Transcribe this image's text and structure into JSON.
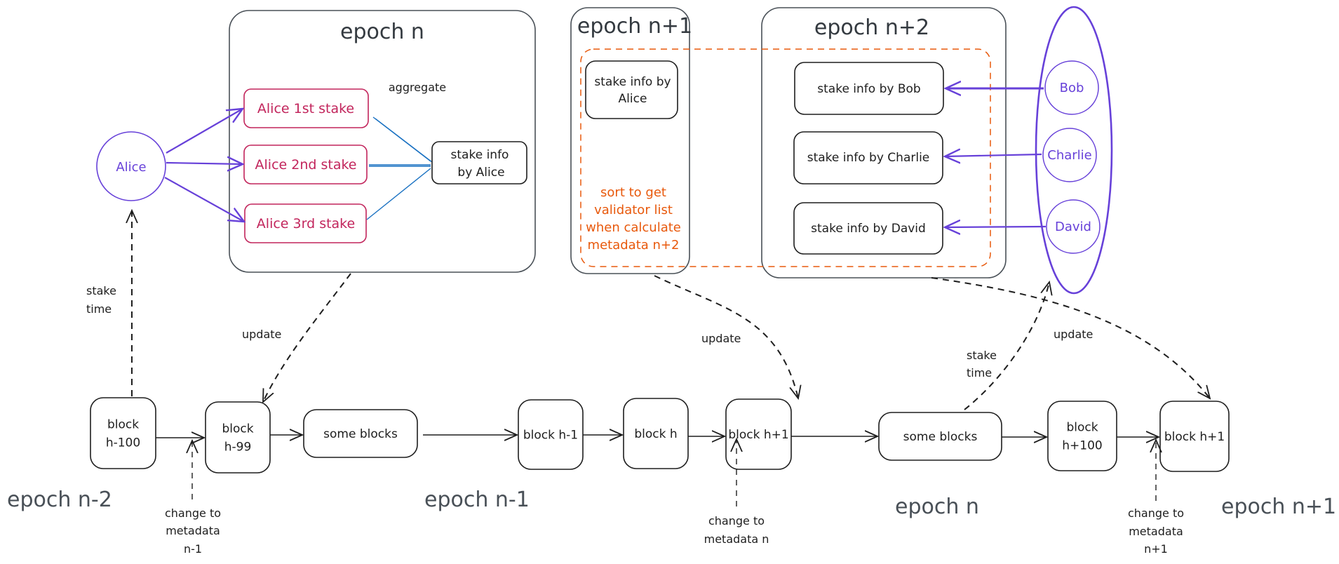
{
  "colors": {
    "stroke": "#1e1e1e",
    "epoch_box": "#495057",
    "stake_red": "#c2255c",
    "person_purple": "#6741d9",
    "note_orange": "#e8590c",
    "aggregate_blue": "#1971c2"
  },
  "top": {
    "alice": {
      "label": "Alice"
    },
    "epoch_n": {
      "title": "epoch n",
      "aggregate_label": "aggregate",
      "stakes": [
        "Alice 1st stake",
        "Alice 2nd stake",
        "Alice 3rd stake"
      ],
      "stake_info": [
        "stake info",
        "by Alice"
      ]
    },
    "epoch_n1": {
      "title": "epoch n+1",
      "stake_info": [
        "stake info by",
        "Alice"
      ],
      "note": [
        "sort to get",
        "validator list",
        "when calculate",
        "metadata n+2"
      ]
    },
    "epoch_n2": {
      "title": "epoch n+2",
      "stake_infos": [
        "stake info by Bob",
        "stake info by Charlie",
        "stake info by David"
      ]
    },
    "people": [
      "Bob",
      "Charlie",
      "David"
    ]
  },
  "arrows": {
    "stake_time_left": [
      "stake",
      "time"
    ],
    "stake_time_right": [
      "stake",
      "time"
    ],
    "update_1": "update",
    "update_2": "update",
    "update_3": "update"
  },
  "chain": {
    "blocks": [
      {
        "id": "h-100",
        "lines": [
          "block",
          "h-100"
        ]
      },
      {
        "id": "h-99",
        "lines": [
          "block",
          "h-99"
        ]
      },
      {
        "id": "some-1",
        "lines": [
          "some blocks"
        ]
      },
      {
        "id": "h-1",
        "lines": [
          "block h-1"
        ]
      },
      {
        "id": "h",
        "lines": [
          "block h"
        ]
      },
      {
        "id": "h+1",
        "lines": [
          "block h+1"
        ]
      },
      {
        "id": "some-2",
        "lines": [
          "some blocks"
        ]
      },
      {
        "id": "h+100",
        "lines": [
          "block",
          "h+100"
        ]
      },
      {
        "id": "h+1-last",
        "lines": [
          "block h+1"
        ]
      }
    ],
    "epoch_labels": [
      "epoch n-2",
      "epoch n-1",
      "epoch n",
      "epoch n+1"
    ],
    "metadata_changes": [
      [
        "change to",
        "metadata",
        "n-1"
      ],
      [
        "change to",
        "metadata n"
      ],
      [
        "change to",
        "metadata",
        "n+1"
      ]
    ]
  }
}
